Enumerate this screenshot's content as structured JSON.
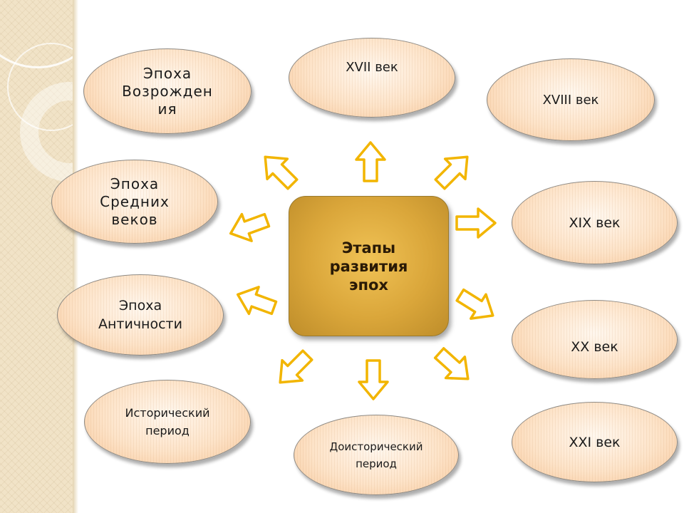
{
  "center": {
    "label": "Этапы\nразвития\nэпох"
  },
  "nodes": {
    "renaissance": "Эпоха\nВозрожден\nия",
    "middle_ages": "Эпоха\nСредних\nвеков",
    "antiquity": "Эпоха\nАнтичности",
    "historical": "Исторический\nпериод",
    "prehistoric": "Доисторический\nпериод",
    "c17": "XVII век",
    "c18": "XVIII век",
    "c19": "XIX век",
    "c20": "XX век",
    "c21": "XXI век"
  },
  "colors": {
    "arrow_stroke": "#f2b500",
    "center_fill": "#daa63a",
    "ellipse_fill": "#fde3c8"
  },
  "icons": {
    "arrow": "hollow-arrow-icon"
  }
}
